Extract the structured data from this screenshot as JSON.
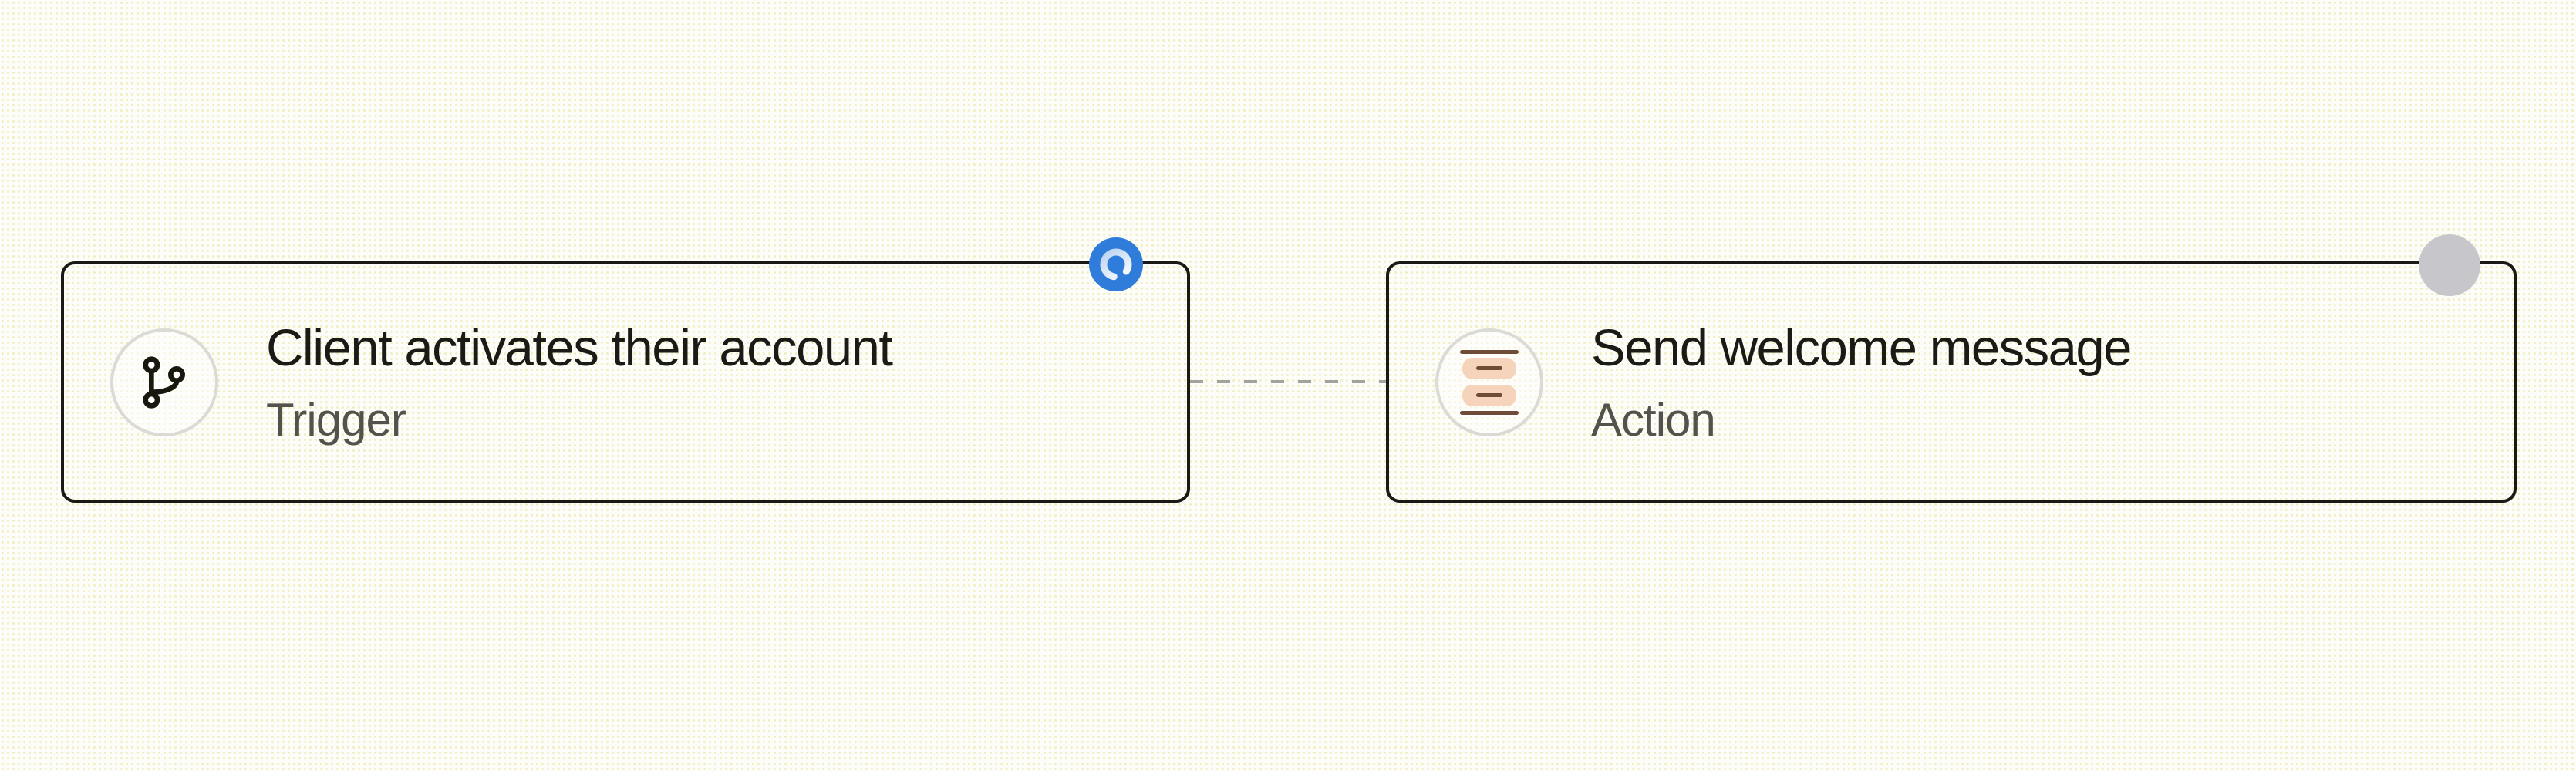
{
  "canvas": {
    "kind": "workflow-editor-canvas",
    "background_pattern": "dot-grid"
  },
  "nodes": [
    {
      "title": "Client activates their account",
      "subtitle": "Trigger",
      "icon": "git-branch-icon",
      "handle": "active-connection-handle-with-spinner"
    },
    {
      "title": "Send welcome message",
      "subtitle": "Action",
      "icon": "messages-icon",
      "handle": "connection-handle"
    }
  ],
  "edge": {
    "style": "dashed"
  },
  "colors": {
    "canvas-bg": "#FCFCF8",
    "dot-color": "rgba(235,226,148,0.55)",
    "node-border": "#1A1916",
    "circle-border": "#DBDAD5",
    "title-color": "#1B1A15",
    "subtitle-color": "#55524B",
    "edge-color": "#A2A29E",
    "accent-blue": "#2F7CDB",
    "spinner-light": "#FDFEFF",
    "spinner-shade": "#B9D2F1",
    "handle-gray": "#C7C7CB",
    "bubble-peach": "#F6D3BB",
    "icon-brown": "#6F4C37",
    "icon-black": "#19180F"
  }
}
